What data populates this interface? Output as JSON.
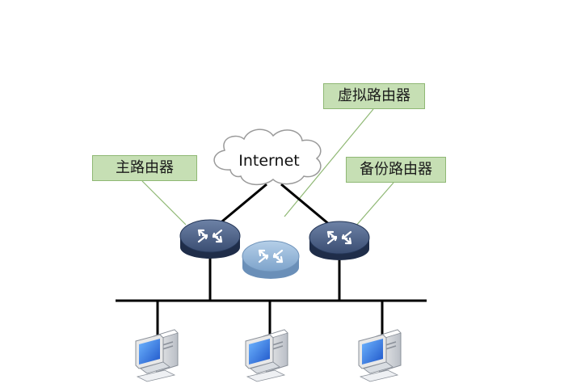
{
  "internet_label": "Internet",
  "labels": {
    "master": "主路由器",
    "virtual": "虚拟路由器",
    "backup": "备份路由器"
  },
  "colors": {
    "label_fill": "#c6dfb4",
    "label_border": "#8fb874",
    "leader_line": "#8fb874",
    "router_dark": "#34476b",
    "router_virtual": "#7fa6cc",
    "link": "#000000"
  },
  "icons": [
    "cloud-icon",
    "router-icon",
    "virtual-router-icon",
    "computer-icon"
  ]
}
